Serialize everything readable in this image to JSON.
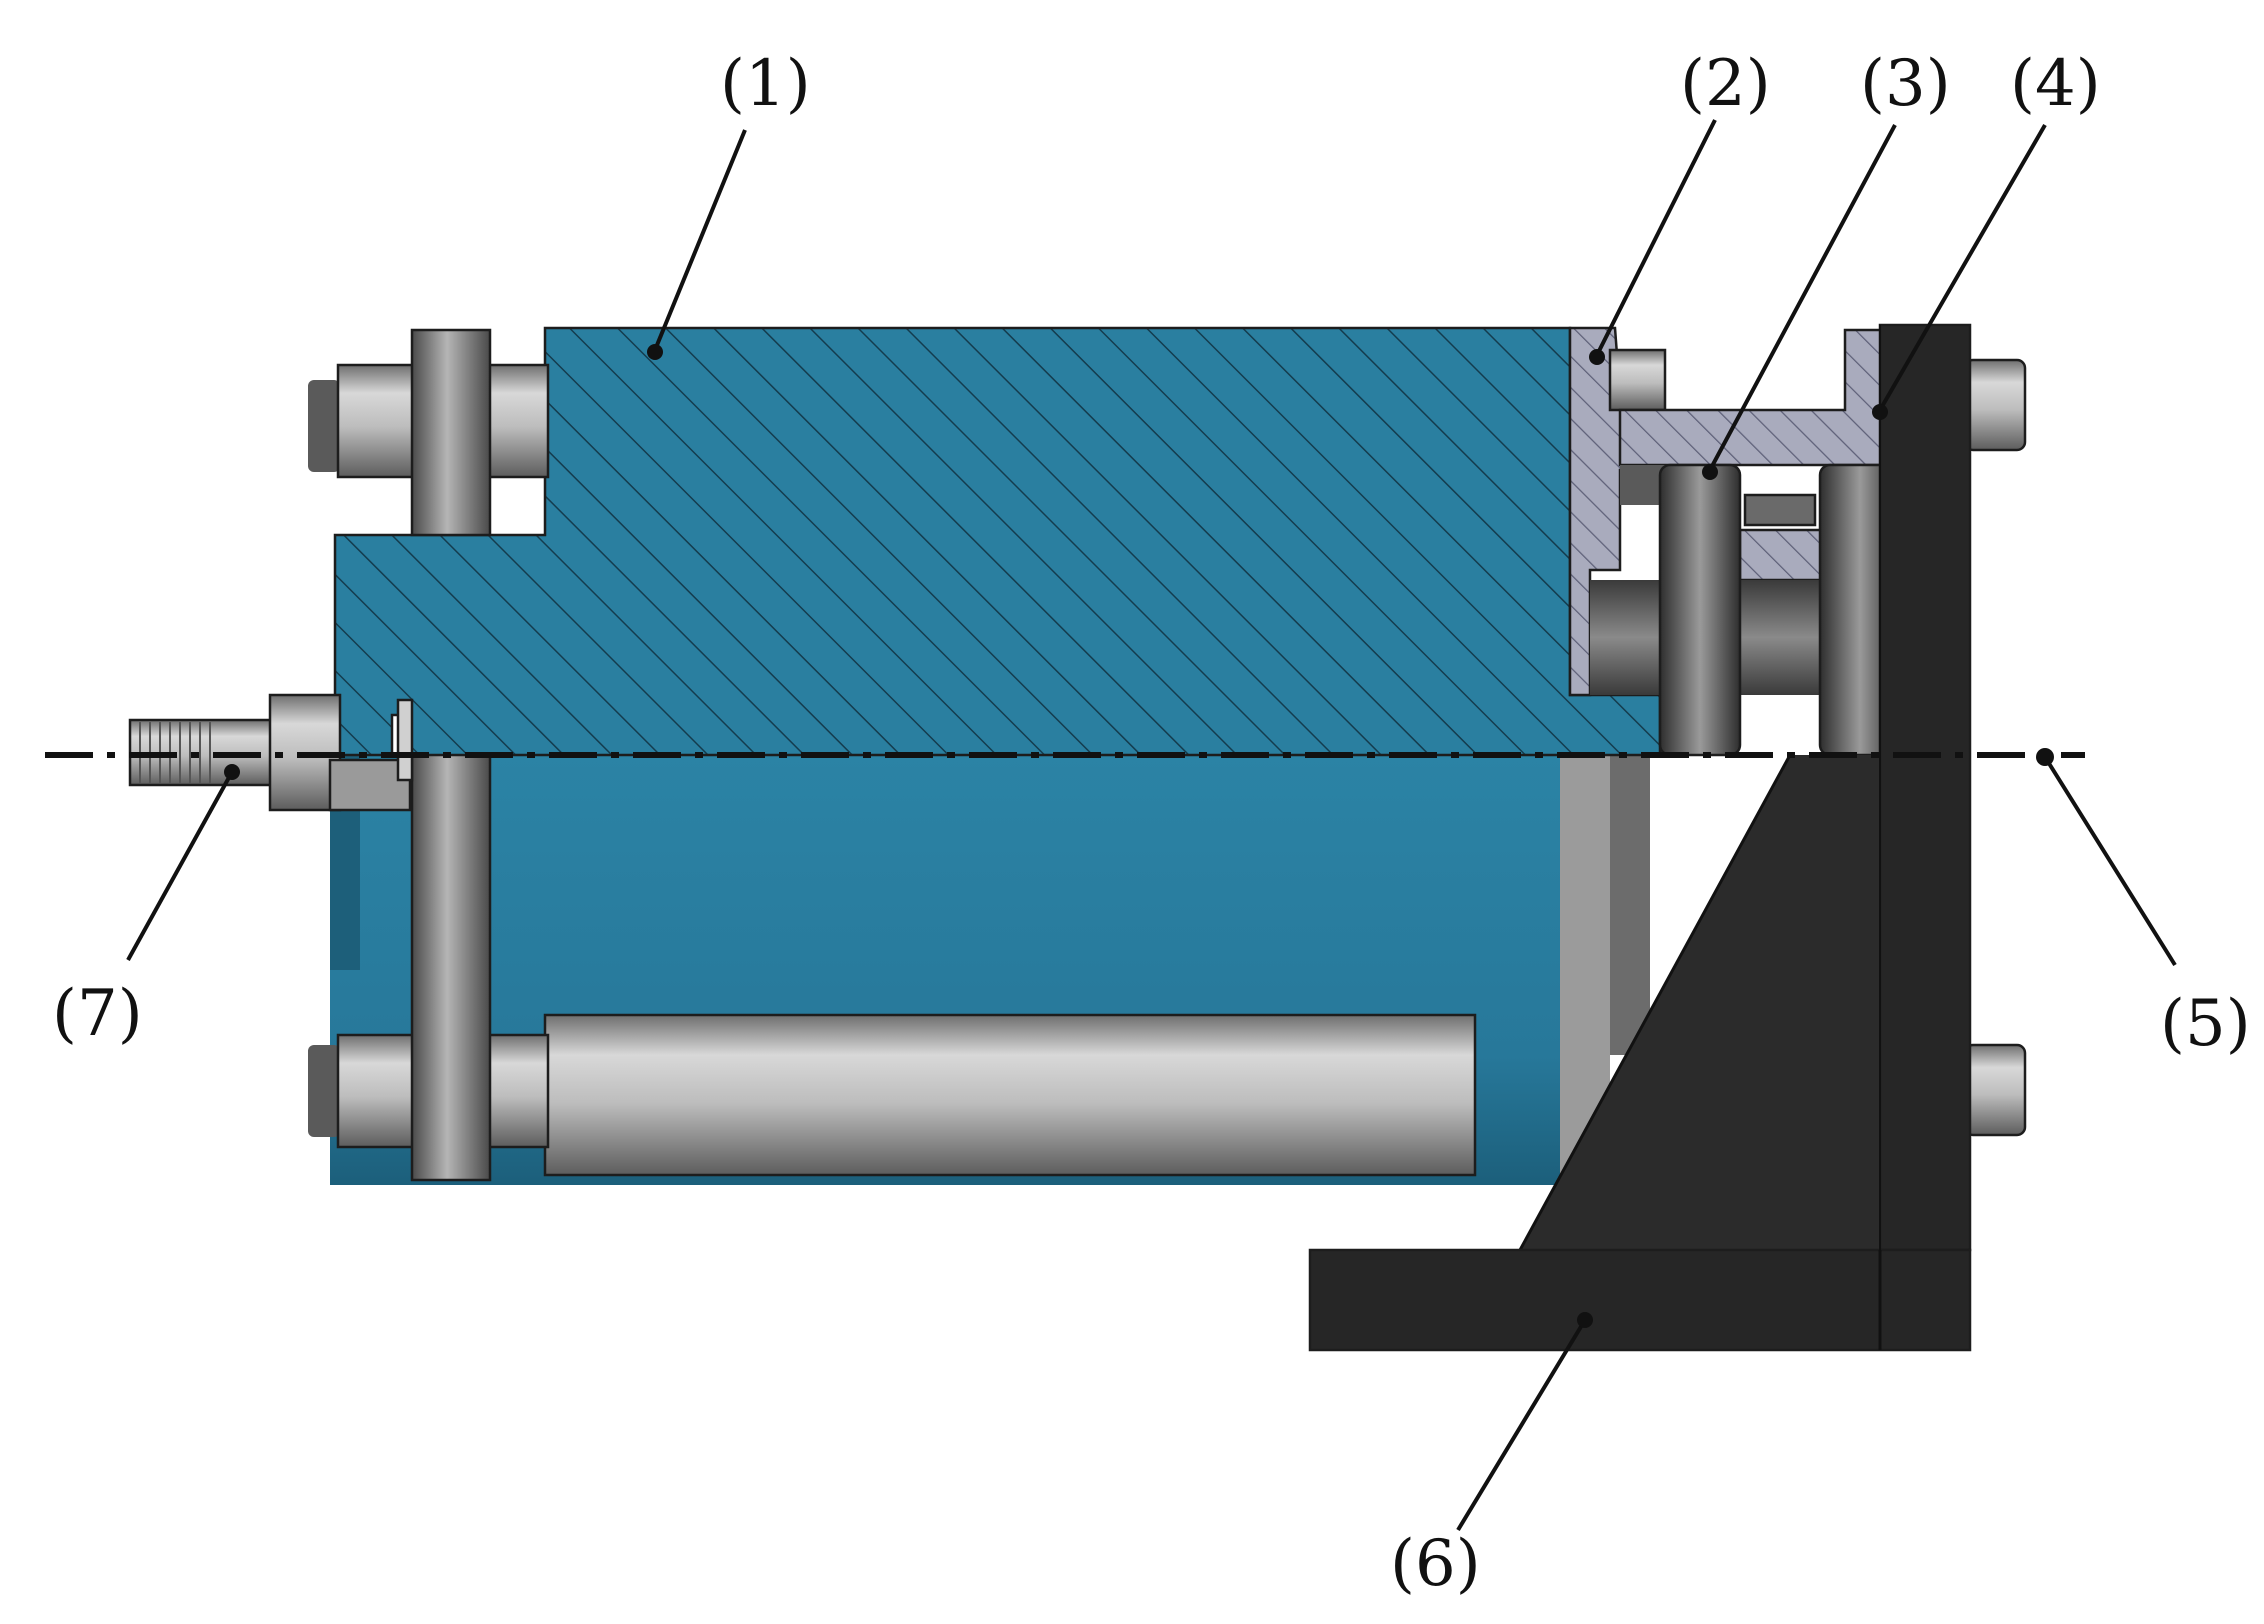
{
  "labels": [
    {
      "id": "1",
      "text": "(1)",
      "part": "housing"
    },
    {
      "id": "2",
      "text": "(2)",
      "part": "bearing-cover"
    },
    {
      "id": "3",
      "text": "(3)",
      "part": "bearing"
    },
    {
      "id": "4",
      "text": "(4)",
      "part": "end-flange"
    },
    {
      "id": "5",
      "text": "(5)",
      "part": "center-axis"
    },
    {
      "id": "6",
      "text": "(6)",
      "part": "mounting-bracket"
    },
    {
      "id": "7",
      "text": "(7)",
      "part": "threaded-shaft"
    }
  ],
  "colors": {
    "housing": "#2a7fa0",
    "housing_dark": "#1f6480",
    "hatch_blue": "#143c4e",
    "steel_light": "#bfbfbf",
    "steel_mid": "#8c8c8c",
    "steel_dark": "#4a4a4a",
    "hatch_grey": "#8d8fa3",
    "bracket": "#262626",
    "line": "#111111"
  }
}
